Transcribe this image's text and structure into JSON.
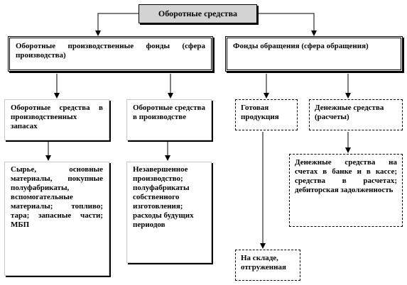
{
  "root": {
    "label": "Оборотные средства"
  },
  "production_funds": {
    "label": "Оборотные производственные фонды (сфера производства)"
  },
  "circulation_funds": {
    "label": "Фонды обращения (сфера обращения)"
  },
  "production_reserves": {
    "label": "Оборотные средства в производственных запасах"
  },
  "in_production": {
    "label": "Оборотные средства в производстве"
  },
  "finished_goods": {
    "label": "Готовая продукция"
  },
  "cash_settlements": {
    "label": "Денежные средства (расчеты)"
  },
  "reserves_items": {
    "label": "Сырье, основные материалы, покупные полуфабрикаты, вспомогательные материалы; топливо; тара; запасные части; МБП"
  },
  "in_production_items": {
    "label": "Незавершенное производство; полуфабрикаты собственного изготовления; расходы будущих периодов"
  },
  "cash_items": {
    "label": "Денежные средства на счетах в банке и в кассе; средства в расчетах; дебиторская задолженность"
  },
  "warehouse_items": {
    "label": "На складе, отгруженная"
  }
}
